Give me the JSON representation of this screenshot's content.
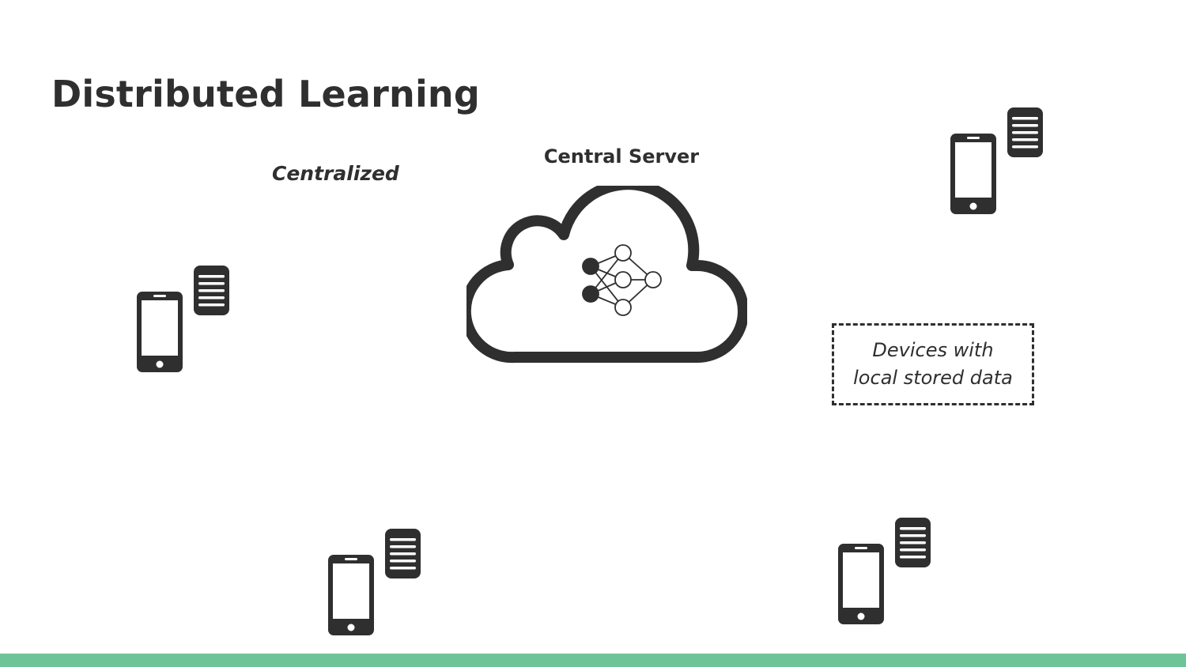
{
  "title": "Distributed Learning",
  "subtitle": "Centralized",
  "server": {
    "label": "Central Server",
    "icon": "cloud-neural-network-icon"
  },
  "devices": [
    {
      "name": "device-top-right",
      "icons": [
        "smartphone-icon",
        "database-icon"
      ]
    },
    {
      "name": "device-left",
      "icons": [
        "smartphone-icon",
        "database-icon"
      ]
    },
    {
      "name": "device-bottom-left",
      "icons": [
        "smartphone-icon",
        "database-icon"
      ]
    },
    {
      "name": "device-bottom-right",
      "icons": [
        "smartphone-icon",
        "database-icon"
      ]
    }
  ],
  "legend": {
    "line1": "Devices with",
    "line2": "local stored data"
  },
  "colors": {
    "ink": "#2f2f2f",
    "accent_bar": "#6fc497",
    "background": "#ffffff"
  }
}
